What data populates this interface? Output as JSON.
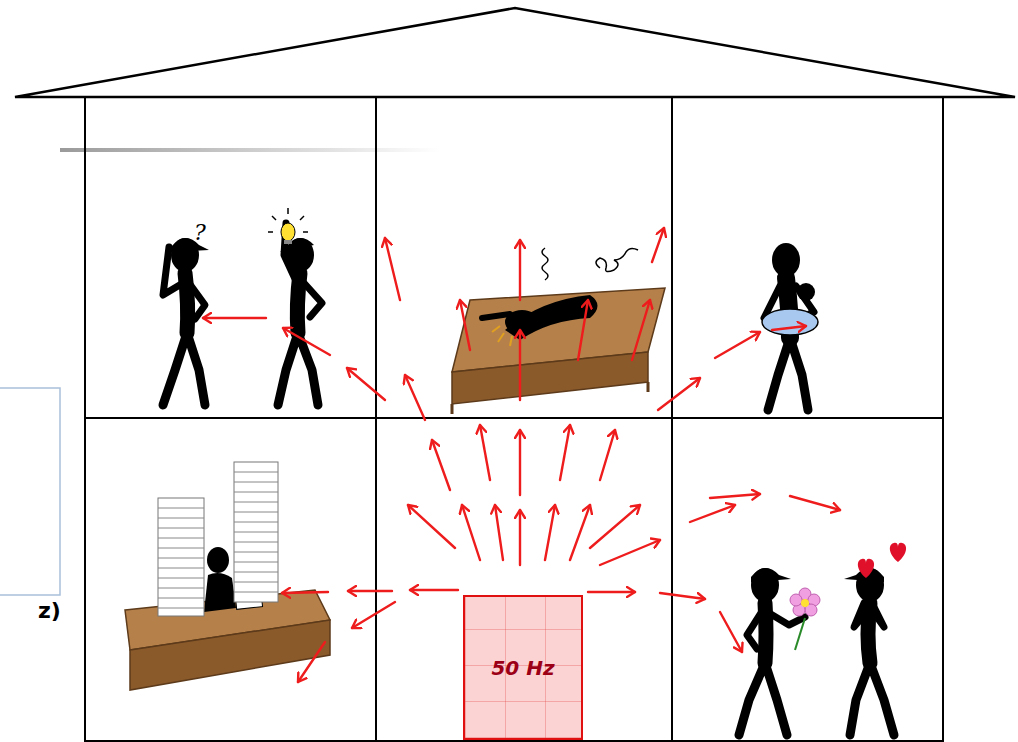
{
  "diagram": {
    "nodes": [
      {
        "text": [
          "50 Hz"
        ]
      }
    ],
    "labels": [
      "?",
      "z)"
    ]
  }
}
